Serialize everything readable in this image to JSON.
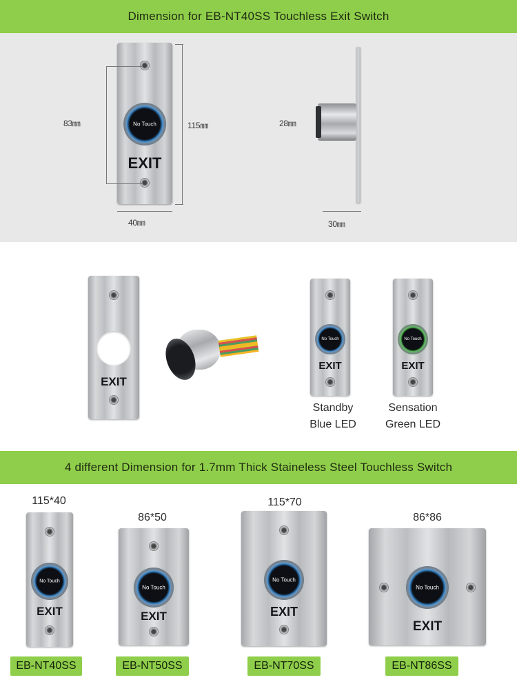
{
  "banners": {
    "top": "Dimension for EB-NT40SS Touchless Exit Switch",
    "middle": "4 different Dimension for 1.7mm Thick Staineless Steel Touchless Switch"
  },
  "dimensions": {
    "height_inner": "83㎜",
    "height_total": "115㎜",
    "width": "40㎜",
    "depth": "28㎜",
    "side_width": "30㎜"
  },
  "button": {
    "label": "No Touch",
    "plate_text": "EXIT"
  },
  "led": {
    "standby": "Standby\nBlue LED",
    "sensation": "Sensation\nGreen LED"
  },
  "models": [
    {
      "size": "115*40",
      "name": "EB-NT40SS"
    },
    {
      "size": "86*50",
      "name": "EB-NT50SS"
    },
    {
      "size": "115*70",
      "name": "EB-NT70SS"
    },
    {
      "size": "86*86",
      "name": "EB-NT86SS"
    }
  ],
  "colors": {
    "banner": "#8fce4a",
    "led_blue": "#3da6ff",
    "led_green": "#62f25a",
    "panel": "#e8e8e8"
  }
}
